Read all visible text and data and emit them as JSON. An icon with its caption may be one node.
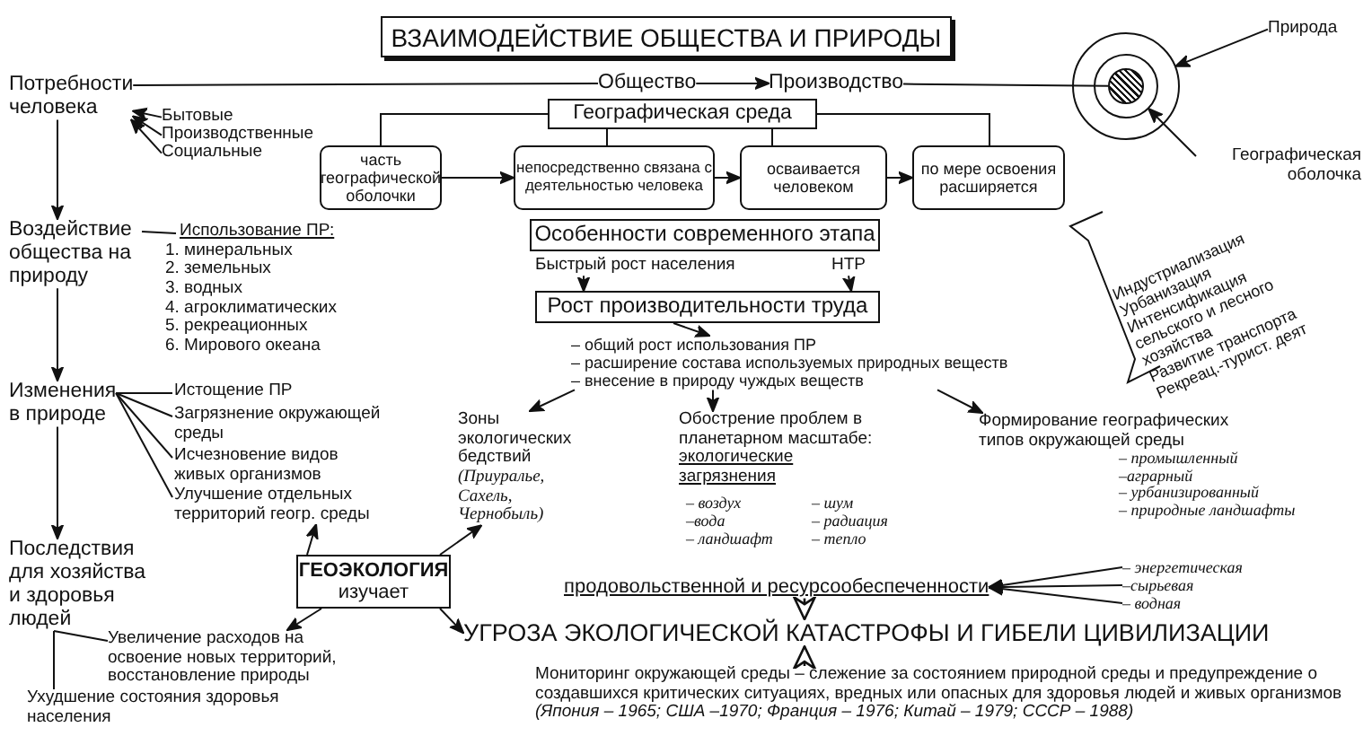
{
  "diagram": {
    "title": "ВЗАИМОДЕЙСТВИЕ ОБЩЕСТВА И ПРИРОДЫ",
    "nodes": [
      {
        "text": [
          "Потребности человека"
        ]
      },
      {
        "text": [
          "Бытовые"
        ]
      },
      {
        "text": [
          "Производственные"
        ]
      },
      {
        "text": [
          "Социальные"
        ]
      },
      {
        "text": [
          "Общество"
        ]
      },
      {
        "text": [
          "Производство"
        ]
      },
      {
        "text": [
          "Природа"
        ]
      },
      {
        "text": [
          "Географическая оболочка"
        ]
      },
      {
        "text": [],
        "shape": "circle"
      },
      {
        "text": [],
        "shape": "circle",
        "in": 8
      },
      {
        "text": [],
        "shape": "circle",
        "in": 9
      },
      {
        "text": [
          "Географическая среда"
        ]
      },
      {
        "text": [
          "часть географической оболочки"
        ]
      },
      {
        "text": [
          "непосредственно связана с деятельностью человека"
        ]
      },
      {
        "text": [
          "осваивается человеком"
        ]
      },
      {
        "text": [
          "по мере освоения расширяется"
        ]
      },
      {
        "text": [
          "Воздействие общества на природу"
        ]
      },
      {
        "text": [
          "Использование ПР:",
          "1. минеральных",
          "2. земельных",
          "3. водных",
          "4. агроклиматических",
          "5. рекреационных",
          "6. Мирового океана"
        ]
      },
      {
        "text": [
          "Особенности современного этапа"
        ]
      },
      {
        "text": [
          "Быстрый рост населения"
        ]
      },
      {
        "text": [
          "НТР"
        ]
      },
      {
        "text": [
          "Рост производительности труда"
        ]
      },
      {
        "text": [
          "– общий рост использования ПР",
          "– расширение состава используемых природных веществ",
          "– внесение в природу чуждых веществ"
        ]
      },
      {
        "text": [
          "Индустриализация",
          "Урбанизация",
          "Интенсификация сельского и лесного хозяйства",
          "Развитие транспорта",
          "Рекреац.-турист. деят"
        ]
      },
      {
        "text": [
          "Изменения в природе"
        ]
      },
      {
        "text": [
          "Истощение ПР"
        ]
      },
      {
        "text": [
          "Загрязнение окружающей среды"
        ]
      },
      {
        "text": [
          "Исчезновение видов живых организмов"
        ]
      },
      {
        "text": [
          "Улучшение отдельных территорий геогр. среды"
        ]
      },
      {
        "text": [
          "Зоны экологических бедствий",
          "(Приуралье, Сахель, Чернобыль)"
        ]
      },
      {
        "text": [
          "Обострение проблем в планетарном масштабе:",
          "экологические загрязнения",
          "– воздух",
          "–вода",
          "– ландшафт",
          "– шум",
          "– радиация",
          "– тепло"
        ]
      },
      {
        "text": [
          "Формирование географических типов окружающей среды",
          "– промышленный",
          "–аграрный",
          "– урбанизированный",
          "– природные ландшафты"
        ]
      },
      {
        "text": [
          "Последствия для хозяйства и здоровья людей"
        ]
      },
      {
        "text": [
          "ГЕОЭКОЛОГИЯ",
          "изучает"
        ]
      },
      {
        "text": [
          "Увеличение расходов на освоение новых территорий, восстановление природы"
        ]
      },
      {
        "text": [
          "Ухудшение состояния здоровья населения"
        ]
      },
      {
        "text": [
          "продовольственной и ресурсообеспеченности"
        ]
      },
      {
        "text": [
          "– энергетическая"
        ]
      },
      {
        "text": [
          "–сырьевая"
        ]
      },
      {
        "text": [
          "– водная"
        ]
      },
      {
        "text": [
          "УГРОЗА ЭКОЛОГИЧЕСКОЙ КАТАСТРОФЫ И ГИБЕЛИ ЦИВИЛИЗАЦИИ"
        ]
      },
      {
        "text": [
          "Мониторинг окружающей среды – слежение за состоянием природной среды и предупреждение о создавшихся критических ситуациях, вредных или опасных для здоровья людей и живых организмов *(Япония – 1965; США –1970; Франция – 1976; Китай – 1979; СССР – 1988)*"
        ]
      }
    ],
    "edges": [
      {
        "from": 1,
        "to": 0,
        "arrow": "to"
      },
      {
        "from": 2,
        "to": 0,
        "arrow": "to"
      },
      {
        "from": 3,
        "to": 0,
        "arrow": "to"
      },
      {
        "from": 0,
        "to": 4,
        "arrow": "none"
      },
      {
        "from": 4,
        "to": 5,
        "arrow": "to"
      },
      {
        "from": 5,
        "to": 10,
        "arrow": "none"
      },
      {
        "from": 6,
        "to": 8,
        "arrow": "to"
      },
      {
        "from": 7,
        "to": 9,
        "arrow": "to"
      },
      {
        "from": 11,
        "to": 12,
        "arrow": "none"
      },
      {
        "from": 11,
        "to": 13,
        "arrow": "none"
      },
      {
        "from": 11,
        "to": 14,
        "arrow": "none"
      },
      {
        "from": 11,
        "to": 15,
        "arrow": "none"
      },
      {
        "from": 12,
        "to": 13,
        "arrow": "to"
      },
      {
        "from": 13,
        "to": 14,
        "arrow": "to"
      },
      {
        "from": 14,
        "to": 15,
        "arrow": "to"
      },
      {
        "from": 0,
        "to": 16,
        "arrow": "to"
      },
      {
        "from": 16,
        "to": 17,
        "arrow": "none"
      },
      {
        "from": 16,
        "to": 24,
        "arrow": "to"
      },
      {
        "from": 24,
        "to": 32,
        "arrow": "to"
      },
      {
        "from": 24,
        "to": 25,
        "arrow": "none"
      },
      {
        "from": 24,
        "to": 26,
        "arrow": "none"
      },
      {
        "from": 24,
        "to": 27,
        "arrow": "none"
      },
      {
        "from": 24,
        "to": 28,
        "arrow": "none"
      },
      {
        "from": 19,
        "to": 21,
        "arrow": "to"
      },
      {
        "from": 20,
        "to": 21,
        "arrow": "to"
      },
      {
        "from": 21,
        "to": 22,
        "arrow": "to"
      },
      {
        "from": 22,
        "to": 29,
        "arrow": "to"
      },
      {
        "from": 22,
        "to": 30,
        "arrow": "to"
      },
      {
        "from": 22,
        "to": 31,
        "arrow": "to"
      },
      {
        "from": 33,
        "to": 28,
        "arrow": "to"
      },
      {
        "from": 33,
        "to": 34,
        "arrow": "to"
      },
      {
        "from": 33,
        "to": 29,
        "arrow": "to"
      },
      {
        "from": 33,
        "to": 40,
        "arrow": "to"
      },
      {
        "from": 32,
        "to": 34,
        "arrow": "none"
      },
      {
        "from": 32,
        "to": 35,
        "arrow": "none"
      },
      {
        "from": 37,
        "to": 36,
        "arrow": "to"
      },
      {
        "from": 38,
        "to": 36,
        "arrow": "to"
      },
      {
        "from": 39,
        "to": 36,
        "arrow": "to"
      },
      {
        "from": 36,
        "to": 40,
        "arrow": "to"
      },
      {
        "from": 41,
        "to": 40,
        "arrow": "to"
      }
    ]
  }
}
